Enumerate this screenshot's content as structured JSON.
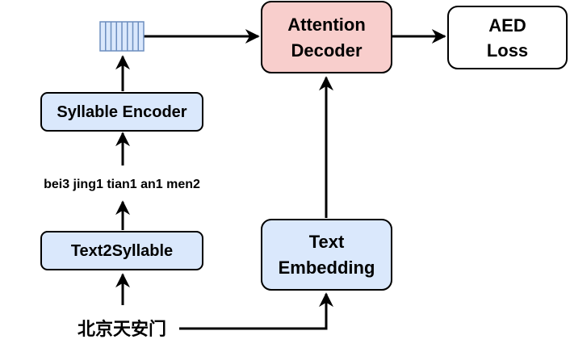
{
  "nodes": {
    "attention_decoder": {
      "line1": "Attention",
      "line2": "Decoder"
    },
    "aed_loss": {
      "line1": "AED",
      "line2": "Loss"
    },
    "syllable_encoder": {
      "label": "Syllable Encoder"
    },
    "text2syllable": {
      "label": "Text2Syllable"
    },
    "text_embedding": {
      "line1": "Text",
      "line2": "Embedding"
    }
  },
  "labels": {
    "syllable_sequence": "bei3 jing1 tian1 an1 men2",
    "input_text": "北京天安门"
  },
  "colors": {
    "blue_fill": "#dae8fc",
    "blue_stroke": "#000000",
    "pink_fill": "#f8cecc",
    "white_fill": "#ffffff",
    "feature_fill": "#dae8fc",
    "feature_stroke": "#6c8ebf",
    "line": "#000000"
  }
}
